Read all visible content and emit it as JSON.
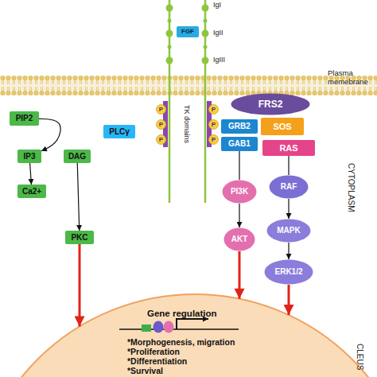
{
  "diagram": {
    "nodes": [
      {
        "text": [
          "FGF"
        ]
      },
      {
        "text": [
          "P"
        ]
      },
      {
        "text": [
          "P"
        ]
      },
      {
        "text": [
          "P"
        ]
      },
      {
        "text": [
          "P"
        ]
      },
      {
        "text": [
          "P"
        ]
      },
      {
        "text": [
          "P"
        ]
      },
      {
        "text": [
          "FRS2"
        ]
      },
      {
        "text": [
          "PIP2"
        ]
      },
      {
        "text": [
          "PLCγ"
        ]
      },
      {
        "text": [
          "GRB2"
        ]
      },
      {
        "text": [
          "SOS"
        ]
      },
      {
        "text": [
          "IP3"
        ]
      },
      {
        "text": [
          "DAG"
        ]
      },
      {
        "text": [
          "GAB1"
        ]
      },
      {
        "text": [
          "RAS"
        ]
      },
      {
        "text": [
          "Ca2+"
        ]
      },
      {
        "text": [
          "PI3K"
        ]
      },
      {
        "text": [
          "RAF"
        ]
      },
      {
        "text": [
          "MAPK"
        ]
      },
      {
        "text": [
          "AKT"
        ]
      },
      {
        "text": [
          "PKC"
        ]
      },
      {
        "text": [
          "ERK1/2"
        ]
      },
      {
        "text": [
          "Gene regulation",
          "*Morphogenesis, migration",
          "*Proliferation",
          "*Differentiation",
          "*Survival"
        ]
      }
    ],
    "edges": [
      {
        "from": 8,
        "to": 12,
        "arrow": "to"
      },
      {
        "from": 12,
        "to": 16,
        "arrow": "to"
      },
      {
        "from": 13,
        "to": 21,
        "arrow": "to"
      },
      {
        "from": 14,
        "to": 17,
        "arrow": "none"
      },
      {
        "from": 17,
        "to": 20,
        "arrow": "to"
      },
      {
        "from": 15,
        "to": 18,
        "arrow": "none"
      },
      {
        "from": 18,
        "to": 19,
        "arrow": "to"
      },
      {
        "from": 19,
        "to": 22,
        "arrow": "to"
      },
      {
        "from": 21,
        "to": 23,
        "arrow": "to"
      },
      {
        "from": 20,
        "to": 23,
        "arrow": "to"
      },
      {
        "from": 22,
        "to": 23,
        "arrow": "to"
      }
    ],
    "labels": [
      "IgI",
      "IgII",
      "IgIII",
      "Plasma memebrane",
      "TK domains",
      "CYTOPLASM",
      "CLEUS"
    ]
  }
}
